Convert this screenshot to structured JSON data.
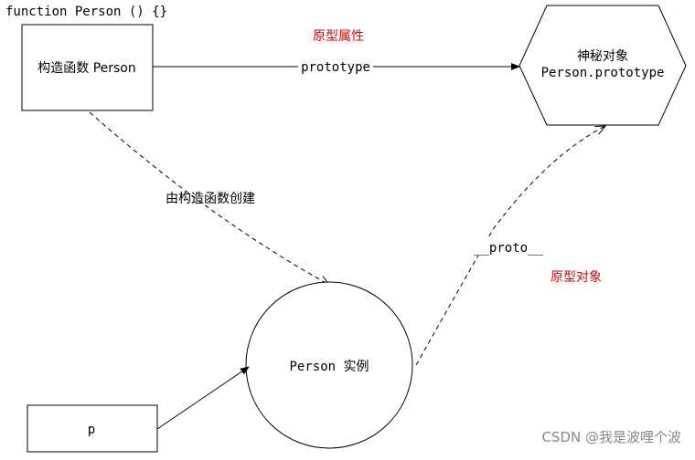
{
  "header": {
    "code": "function Person () {}"
  },
  "nodes": {
    "constructor": {
      "label": "构造函数 Person"
    },
    "prototype_object": {
      "line1": "神秘对象",
      "line2": "Person.prototype"
    },
    "instance": {
      "label": "Person 实例"
    },
    "variable": {
      "label": "p"
    }
  },
  "edges": {
    "prototype": {
      "label": "prototype"
    },
    "created_by": {
      "label": "由构造函数创建"
    },
    "proto": {
      "label": "__proto__"
    }
  },
  "annotations": {
    "prototype_property": "原型属性",
    "prototype_object": "原型对象"
  },
  "colors": {
    "line": "#000000",
    "annotation": "#e00000",
    "background": "#ffffff"
  },
  "watermark": "CSDN @我是波哩个波"
}
